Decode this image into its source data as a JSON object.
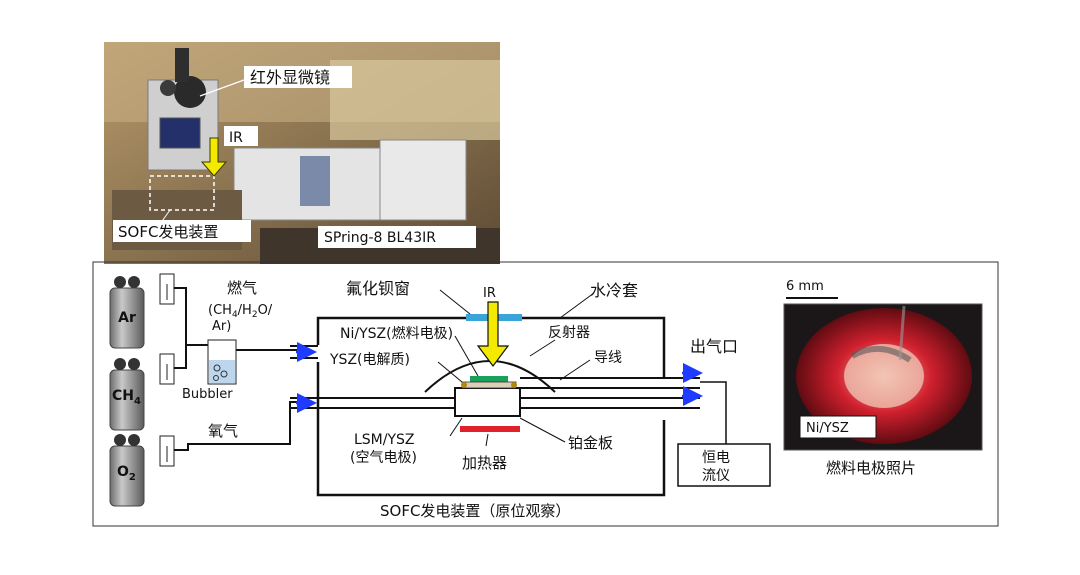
{
  "photo": {
    "microscope_label": "红外显微镜",
    "ir_label": "IR",
    "sofc_device_label": "SOFC发电装置",
    "beamline_label": "SPring-8 BL43IR"
  },
  "schematic": {
    "caption": "SOFC发电装置（原位观察）",
    "cylinders": [
      {
        "gas": "Ar"
      },
      {
        "gas_main": "CH",
        "gas_sub": "4"
      },
      {
        "gas_main": "O",
        "gas_sub": "2"
      }
    ],
    "fuel_label": "燃气",
    "fuel_formula": {
      "open": "(CH",
      "s1": "4",
      "mid": "/H",
      "s2": "2",
      "close": "O/",
      "line2": "Ar)"
    },
    "bubbler_label": "Bubbler",
    "oxygen_label": "氧气",
    "baf2_window_label": "氟化钡窗",
    "ir_label": "IR",
    "water_jacket_label": "水冷套",
    "anode_label": "Ni/YSZ(燃料电极)",
    "reflector_label": "反射器",
    "electrolyte_label": "YSZ(电解质)",
    "wire_label": "导线",
    "outlet_label": "出气口",
    "cathode_label_line1": "LSM/YSZ",
    "cathode_label_line2": "(空气电极)",
    "heater_label": "加热器",
    "pt_plate_label": "铂金板",
    "galvanostat_line1": "恒电",
    "galvanostat_line2": "流仪"
  },
  "electrode_photo": {
    "scale_label": "6 mm",
    "inset_label": "Ni/YSZ",
    "caption": "燃料电极照片"
  },
  "colors": {
    "ir_arrow": "#f4ea00",
    "flow_arrow": "#1f3bff",
    "window": "#3aa3d8",
    "heater": "#e0202a",
    "anode": "#19a05a",
    "bubbler_water": "#bcd6ee"
  }
}
